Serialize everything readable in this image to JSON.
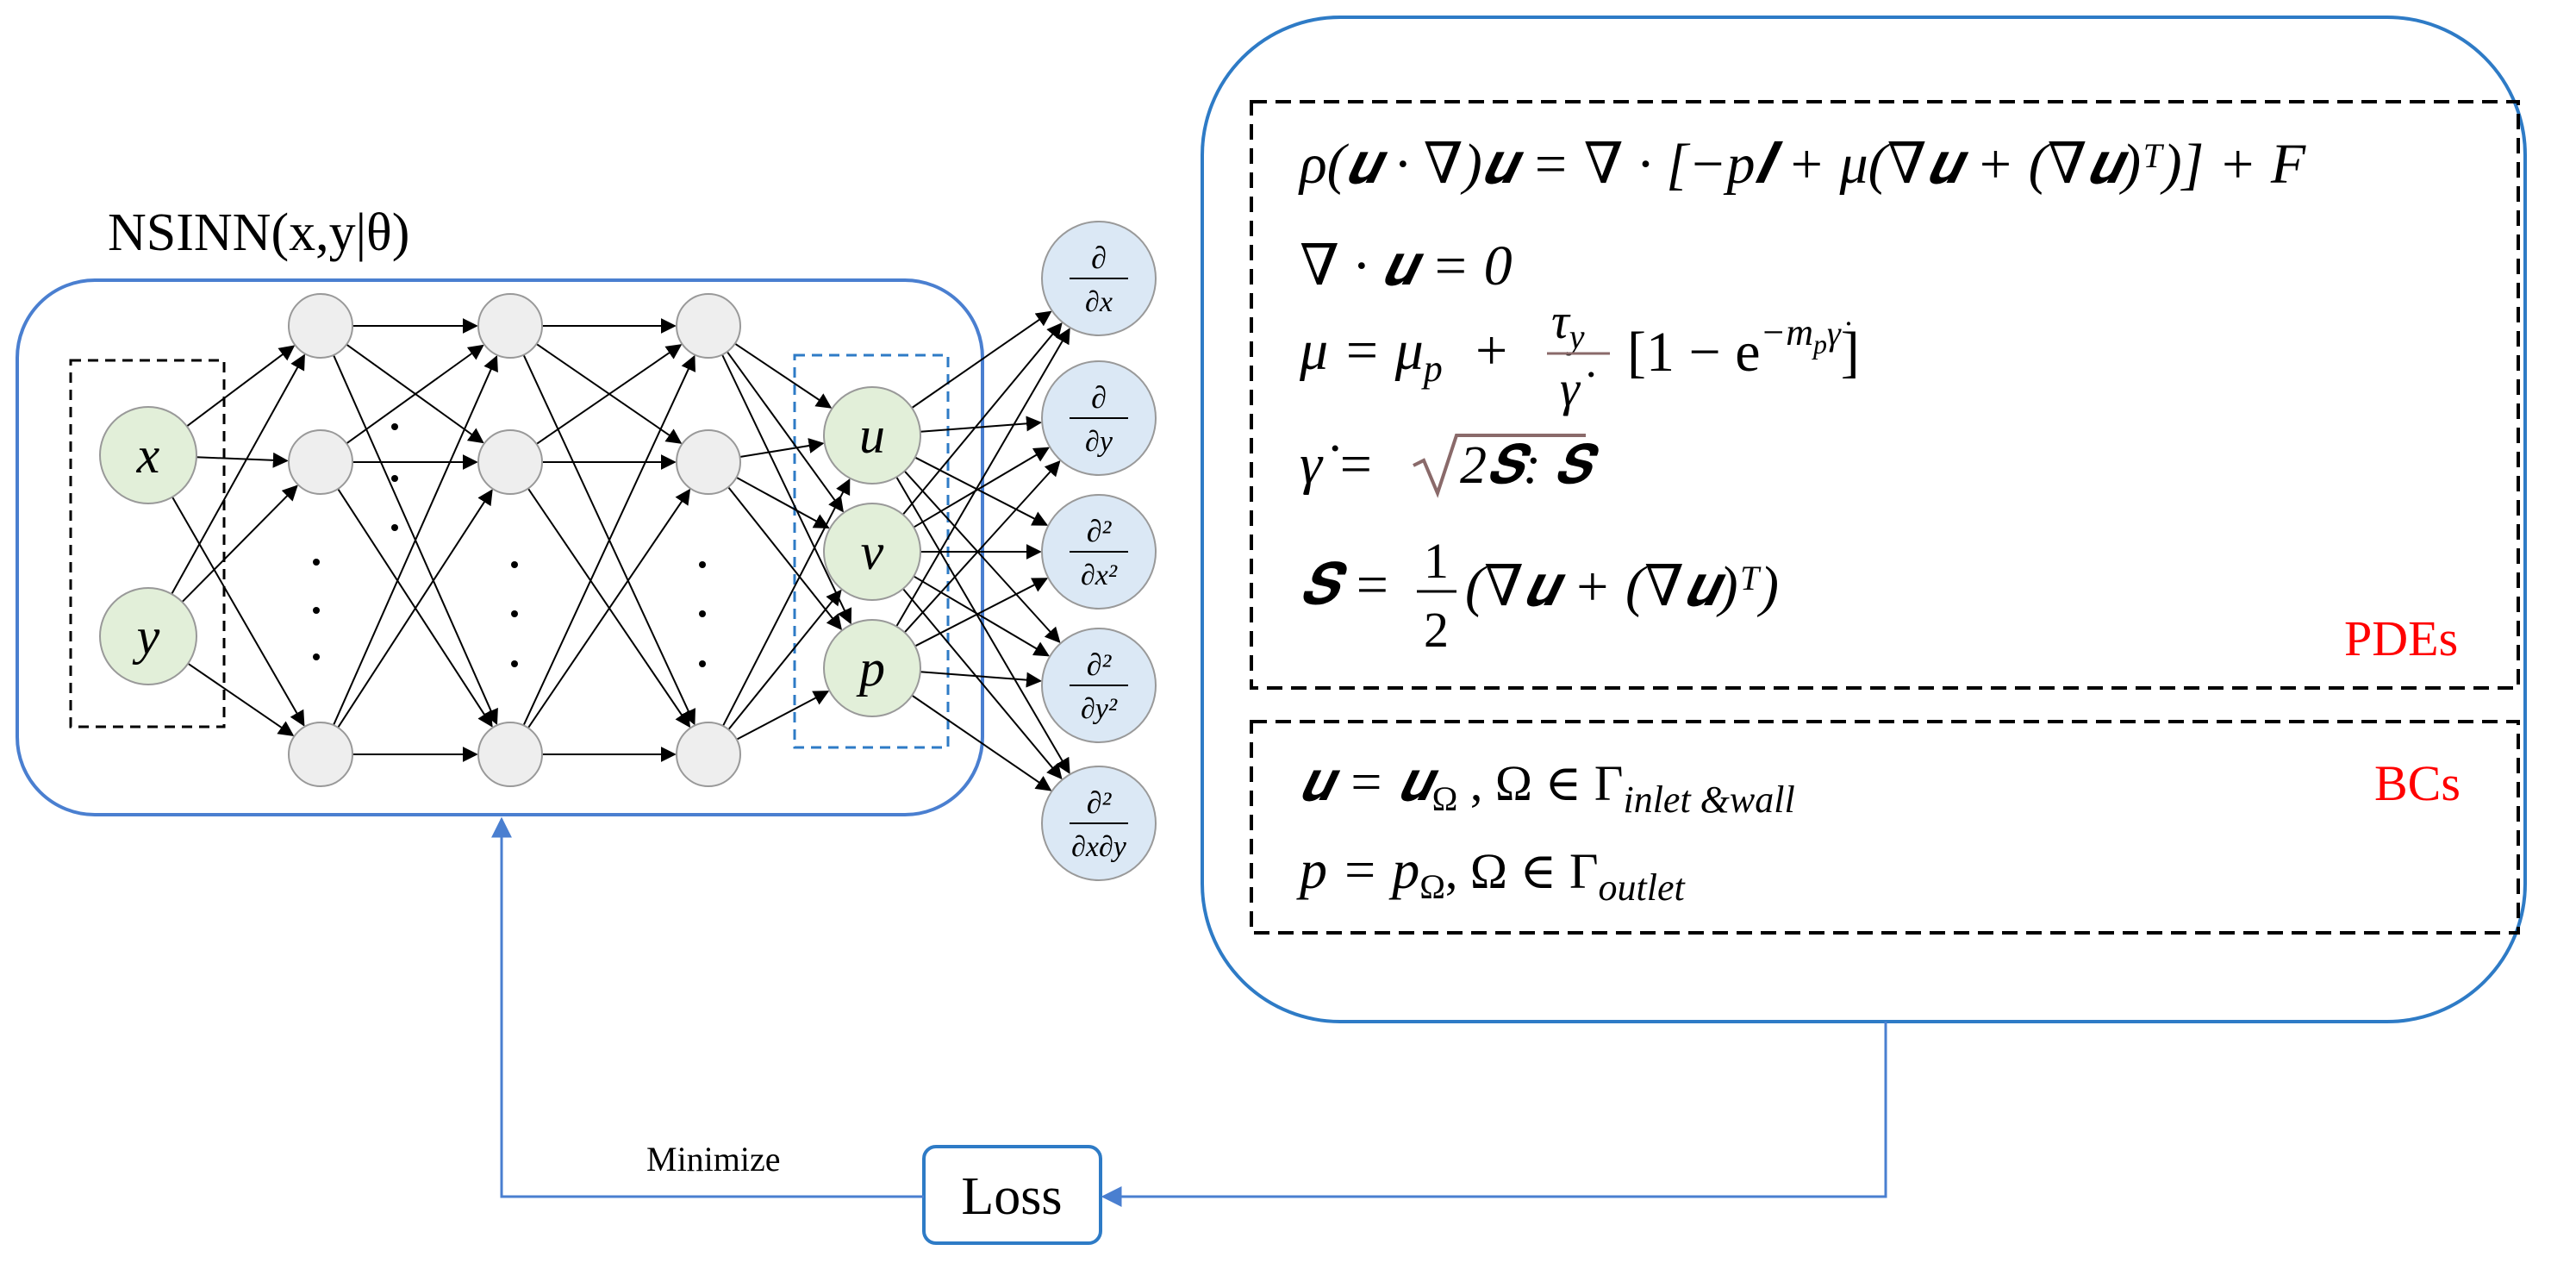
{
  "network": {
    "title": "NSINN(x,y|θ)",
    "inputs": [
      "x",
      "y"
    ],
    "outputs": [
      "u",
      "v",
      "p"
    ],
    "derivative_labels": [
      {
        "num": "∂",
        "den": "∂x"
      },
      {
        "num": "∂",
        "den": "∂y"
      },
      {
        "num": "∂²",
        "den": "∂x²"
      },
      {
        "num": "∂²",
        "den": "∂y²"
      },
      {
        "num": "∂²",
        "den": "∂x∂y"
      }
    ],
    "hidden_ellipsis": "⋮"
  },
  "pdes": {
    "label": "PDEs",
    "eq1": "ρ(𝒖 · ∇)𝒖 = ∇ · [−p𝑰 + μ(∇𝒖 + (∇𝒖)ᵀ)] + F",
    "eq2": "∇ · 𝒖 = 0",
    "eq3_left": "μ = μ",
    "eq3_sub": "p",
    "eq3_plus": "+",
    "eq3_frac_num": "τ",
    "eq3_frac_num_sub": "y",
    "eq3_frac_den": "γ̇",
    "eq3_bracket": "[1 − e",
    "eq3_exp": "−m",
    "eq3_exp_sub": "p",
    "eq3_exp_tail": "γ̇",
    "eq3_close": "]",
    "eq4_left": "γ̇ =",
    "eq4_root": "2𝑺: 𝑺",
    "eq5_left": "𝑺 =",
    "eq5_frac_num": "1",
    "eq5_frac_den": "2",
    "eq5_body": "(∇𝒖 + (∇𝒖)ᵀ)"
  },
  "bcs": {
    "label": "BCs",
    "bc1_main": "𝒖 = 𝒖",
    "bc1_sub": "Ω",
    "bc1_mid": " , Ω ∈ Γ",
    "bc1_sub2": "inlet &wall",
    "bc2_main": "p = p",
    "bc2_sub": "Ω",
    "bc2_mid": ", Ω ∈ Γ",
    "bc2_sub2": "outlet"
  },
  "loss": {
    "label": "Loss",
    "minimize_label": "Minimize"
  },
  "colors": {
    "blue_frame": "#2e7bc6",
    "input_fill": "#e2efd9",
    "hidden_fill": "#eeeeee",
    "deriv_fill": "#dbe8f5",
    "red_label": "#ff0000",
    "brown": "#8a6a6a"
  }
}
